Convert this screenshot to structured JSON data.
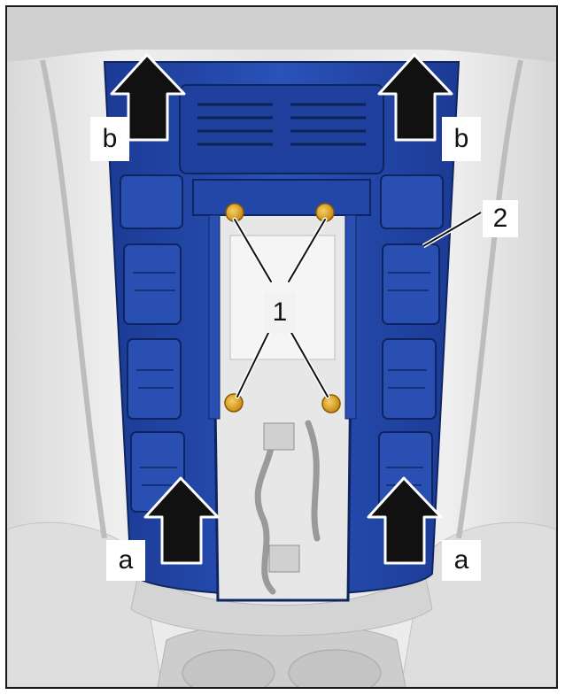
{
  "figure": {
    "callouts": {
      "lift_point_front": "b",
      "lift_point_rear": "a",
      "bolts": "1",
      "trim_panel": "2"
    },
    "colors": {
      "panel_blue": "#2346a8",
      "bolt_yellow": "#e0a323",
      "arrow_black": "#111111",
      "background_grey": "#e6e6e6"
    }
  }
}
